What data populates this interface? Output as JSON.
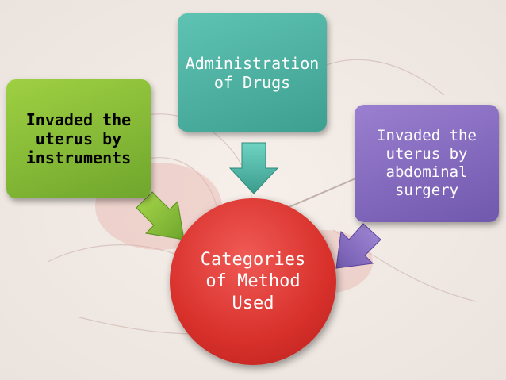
{
  "diagram": {
    "center": {
      "label": "Categories\nof Method\nUsed"
    },
    "nodes": {
      "top": {
        "label": "Administration\nof Drugs"
      },
      "left": {
        "label": "Invaded the\nuterus by\ninstruments"
      },
      "right": {
        "label": "Invaded the\nuterus by\nabdominal\nsurgery"
      }
    }
  },
  "colors": {
    "top": "#4fb3a3",
    "left": "#8cc13a",
    "right": "#8468c0",
    "center": "#d8302b"
  }
}
